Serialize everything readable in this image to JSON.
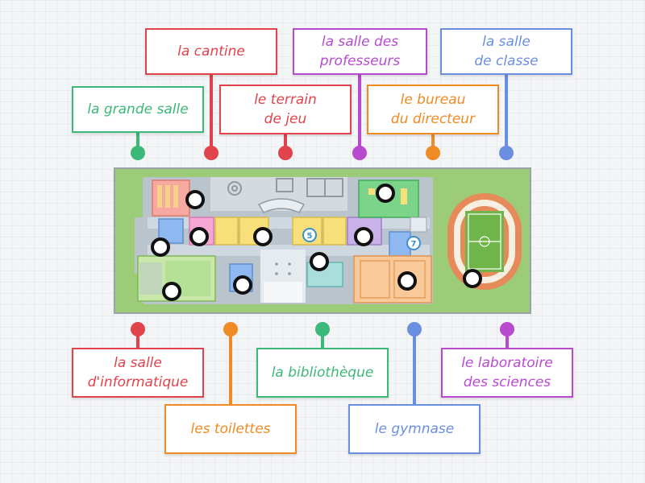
{
  "labels": [
    {
      "id": "la-grande-salle",
      "text": "la grande salle",
      "color": "#3cb878"
    },
    {
      "id": "la-cantine",
      "text": "la cantine",
      "color": "#e0434c"
    },
    {
      "id": "le-terrain-de-jeu",
      "text": "le terrain\nde jeu",
      "color": "#e0434c"
    },
    {
      "id": "la-salle-des-professeurs",
      "text": "la salle des\nprofesseurs",
      "color": "#b84ad0"
    },
    {
      "id": "le-bureau-du-directeur",
      "text": "le bureau\ndu directeur",
      "color": "#f08a24"
    },
    {
      "id": "la-salle-de-classe",
      "text": "la salle\nde classe",
      "color": "#6b8fe0"
    },
    {
      "id": "la-salle-d-informatique",
      "text": "la salle\nd'informatique",
      "color": "#e0434c"
    },
    {
      "id": "les-toilettes",
      "text": "les toilettes",
      "color": "#f08a24"
    },
    {
      "id": "la-bibliotheque",
      "text": "la bibliothèque",
      "color": "#3cb878"
    },
    {
      "id": "le-gymnase",
      "text": "le gymnase",
      "color": "#6b8fe0"
    },
    {
      "id": "le-laboratoire-des-sciences",
      "text": "le laboratoire\ndes sciences",
      "color": "#b84ad0"
    }
  ],
  "map": {
    "room_numbers": [
      "5",
      "7"
    ],
    "colors": {
      "grass": "#9ccc78",
      "corridor": "#cfd8e0",
      "building": "#b9c4cd",
      "room_red": "#f7a8a0",
      "room_green": "#7cd38a",
      "room_pink": "#f4a7d3",
      "room_yellow": "#f7e07a",
      "room_purple": "#c9b2e8",
      "room_blue": "#8fb8f0",
      "room_teal": "#a9dedd",
      "room_orange": "#f9c99a",
      "room_lightgreen": "#c9e7a8"
    }
  }
}
